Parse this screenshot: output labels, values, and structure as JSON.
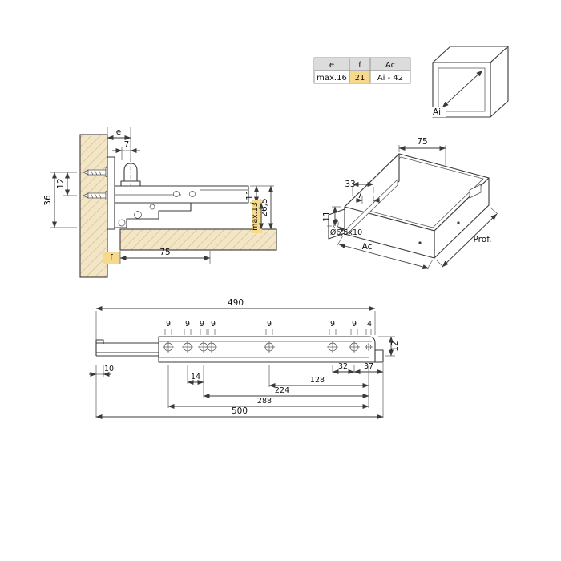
{
  "drawing": {
    "colors": {
      "wood": "#f3e6c6",
      "wood_hatch": "#d2b887",
      "highlight": "#f7d98b",
      "table_header": "#dcdcdc",
      "line": "#3a3a3a"
    },
    "spec_table": {
      "headers": [
        "e",
        "f",
        "Ac"
      ],
      "values": [
        "max.16",
        "21",
        "Ai - 42"
      ]
    },
    "cabinet_box": {
      "interior_width": "Ai"
    },
    "section_view": {
      "dim_e": "e",
      "dim_pin_offset": "7",
      "dim_screw_spacing": "12",
      "dim_panel_height": "36",
      "dim_rail_height": "11",
      "dim_total_height": "26,5",
      "dim_max_clearance": "max.13",
      "dim_f": "f",
      "dim_depth": "75"
    },
    "drawer_view": {
      "dim_back": "75",
      "dim_side": "33",
      "dim_front": "7",
      "dim_bracket": "11",
      "hole_spec": "Ø6,5x10",
      "dim_width": "Ac",
      "dim_depth": "Prof."
    },
    "rail_view": {
      "dim_length": "490",
      "dim_total": "500",
      "dim_288": "288",
      "dim_224": "224",
      "dim_128": "128",
      "dim_left": "10",
      "dim_14": "14",
      "dim_32": "32",
      "dim_37": "37",
      "dim_height": "12",
      "dim_end": "4",
      "hole_dims": [
        "9",
        "9",
        "9",
        "9",
        "9",
        "9",
        "9"
      ]
    }
  }
}
